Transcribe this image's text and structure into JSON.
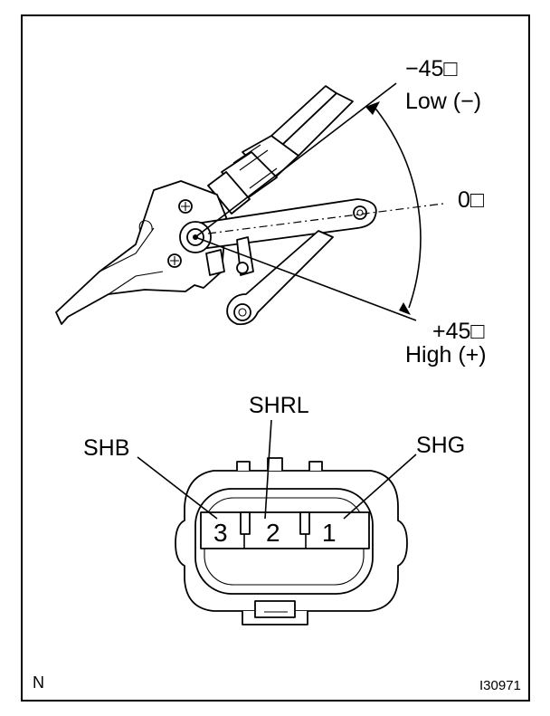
{
  "angles": {
    "minus": {
      "value": "−45□",
      "direction": "Low (−)"
    },
    "zero": {
      "value": "0□"
    },
    "plus": {
      "value": "+45□",
      "direction": "High (+)"
    }
  },
  "connector": {
    "terminals": [
      {
        "signal": "SHB",
        "pin": "3"
      },
      {
        "signal": "SHRL",
        "pin": "2"
      },
      {
        "signal": "SHG",
        "pin": "1"
      }
    ]
  },
  "footer": {
    "left_mark": "N",
    "figure_id": "I30971"
  }
}
